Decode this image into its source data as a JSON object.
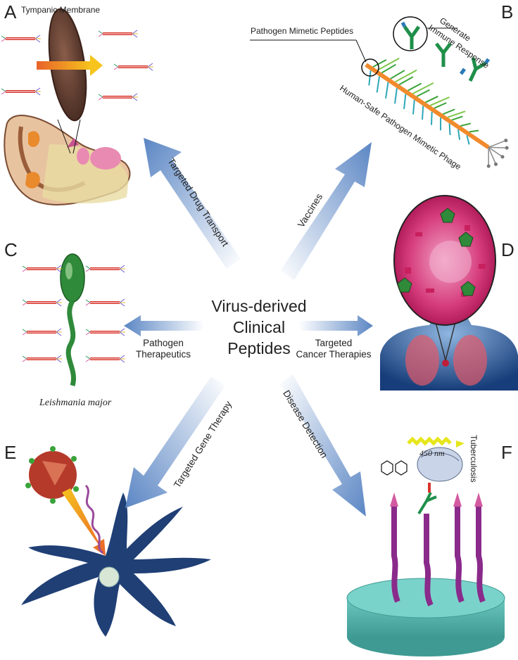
{
  "center": {
    "line1": "Virus-derived",
    "line2": "Clinical",
    "line3": "Peptides"
  },
  "panels": {
    "A": {
      "letter": "A",
      "label": "Tympanic Membrane"
    },
    "B": {
      "letter": "B",
      "label_peptides": "Pathogen Mimetic Peptides",
      "label_immune_1": "Generate",
      "label_immune_2": "Immune Response",
      "label_phage": "Human-Safe Pathogen Mimetic Phage"
    },
    "C": {
      "letter": "C",
      "label": "Leishmania major"
    },
    "D": {
      "letter": "D"
    },
    "E": {
      "letter": "E"
    },
    "F": {
      "letter": "F",
      "label_wave": "450 nm",
      "label_tb": "Tuberculosis"
    }
  },
  "arrows": {
    "drug": "Targeted Drug Transport",
    "vaccines": "Vaccines",
    "pathogen_1": "Pathogen",
    "pathogen_2": "Therapeutics",
    "cancer_1": "Targeted",
    "cancer_2": "Cancer Therapies",
    "gene": "Targeted Gene Therapy",
    "disease": "Disease Detection"
  },
  "colors": {
    "arrow_blue": "#6a8fc9",
    "membrane": "#6b4636",
    "phage_green": "#3aa33a",
    "phage_teal": "#2fa7b7",
    "cell_pink": "#d12a6c",
    "capsid_red": "#b53a2a",
    "neuron": "#1f3f75",
    "plate": "#58b6ae",
    "fiber_purple": "#8a2a8a"
  }
}
